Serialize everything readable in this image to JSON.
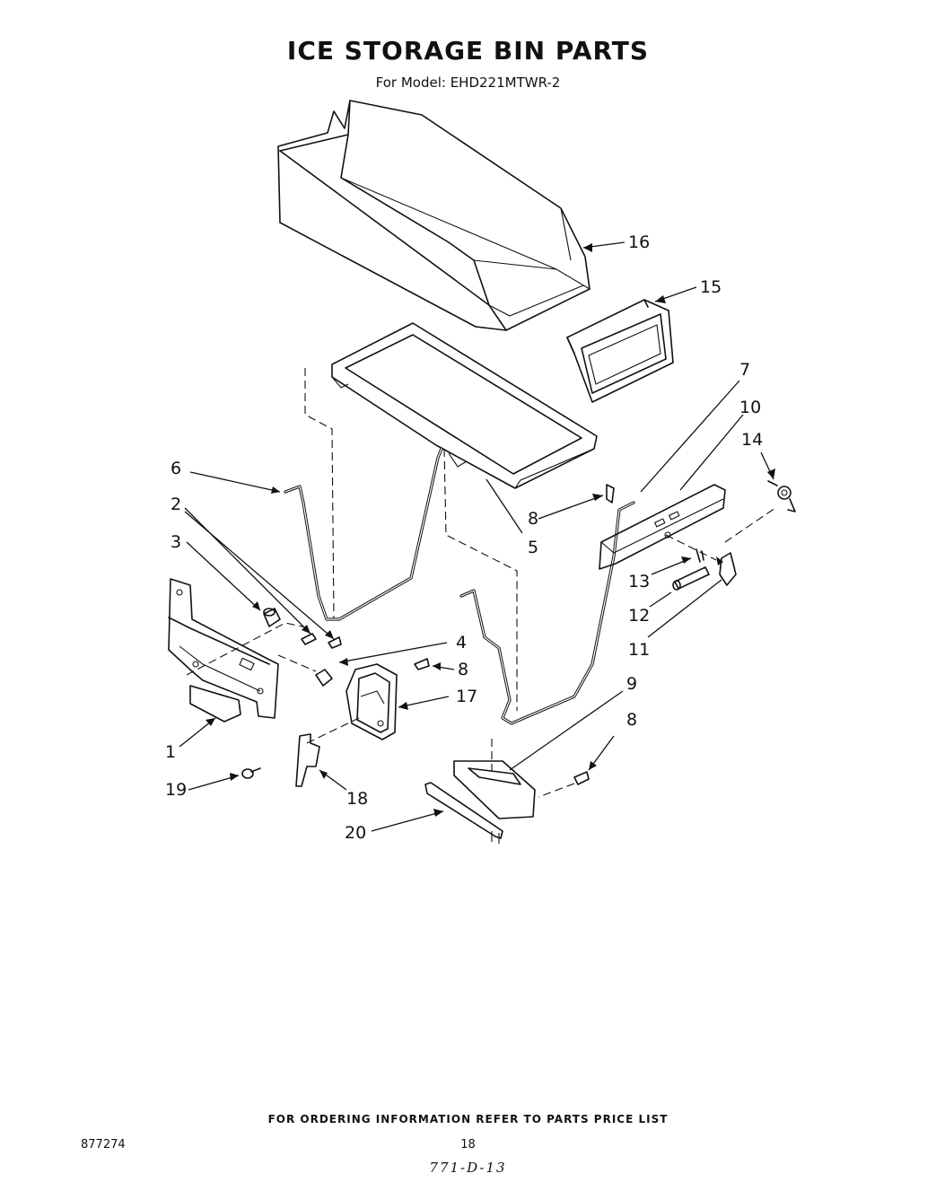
{
  "title": "ICE STORAGE BIN PARTS",
  "subtitle": "For Model: EHD221MTWR-2",
  "diagram": {
    "callouts": [
      {
        "id": "c16",
        "label": "16"
      },
      {
        "id": "c15",
        "label": "15"
      },
      {
        "id": "c7",
        "label": "7"
      },
      {
        "id": "c10",
        "label": "10"
      },
      {
        "id": "c14",
        "label": "14"
      },
      {
        "id": "c6",
        "label": "6"
      },
      {
        "id": "c2",
        "label": "2"
      },
      {
        "id": "c3",
        "label": "3"
      },
      {
        "id": "c8a",
        "label": "8"
      },
      {
        "id": "c5",
        "label": "5"
      },
      {
        "id": "c13",
        "label": "13"
      },
      {
        "id": "c12",
        "label": "12"
      },
      {
        "id": "c11",
        "label": "11"
      },
      {
        "id": "c4",
        "label": "4"
      },
      {
        "id": "c8b",
        "label": "8"
      },
      {
        "id": "c17",
        "label": "17"
      },
      {
        "id": "c9",
        "label": "9"
      },
      {
        "id": "c8c",
        "label": "8"
      },
      {
        "id": "c1",
        "label": "1"
      },
      {
        "id": "c19",
        "label": "19"
      },
      {
        "id": "c18",
        "label": "18"
      },
      {
        "id": "c20",
        "label": "20"
      }
    ]
  },
  "footer": {
    "ordering_note": "FOR ORDERING INFORMATION REFER TO PARTS PRICE LIST",
    "doc_number": "877274",
    "page_number": "18",
    "handwritten_code": "771-D-13"
  }
}
